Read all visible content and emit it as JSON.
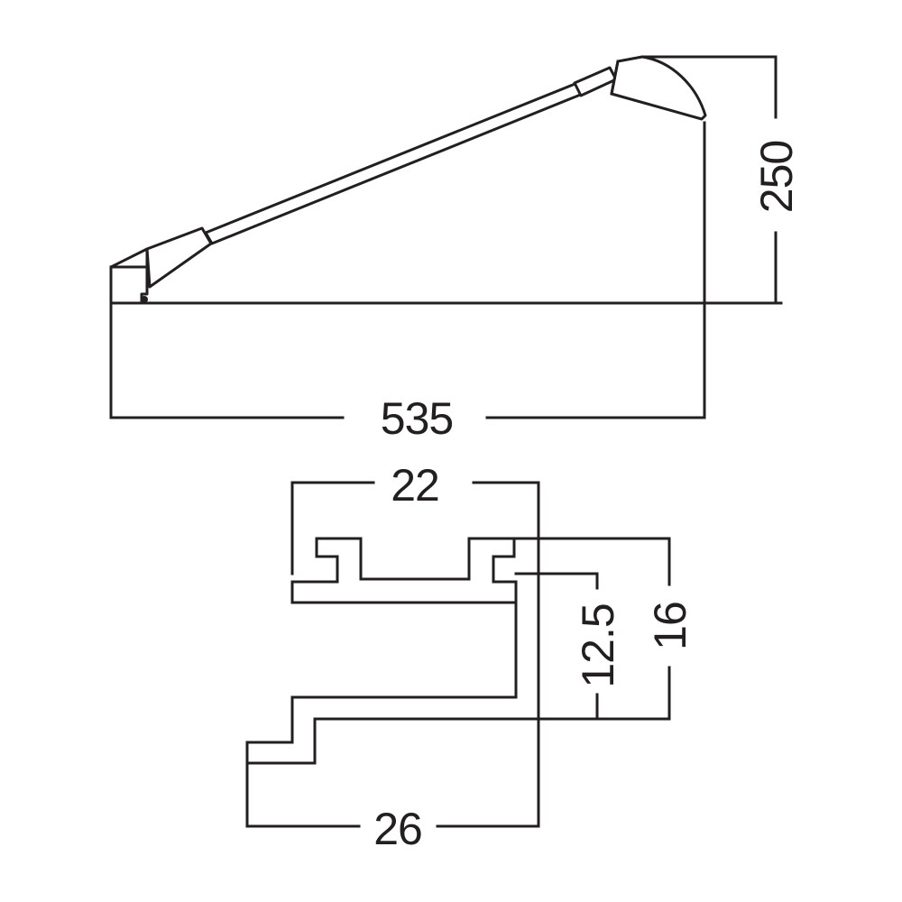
{
  "lamp": {
    "dimensions": {
      "length": "535",
      "height": "250"
    }
  },
  "profile": {
    "dimensions": {
      "top_width": "22",
      "bottom_width": "26",
      "inner_height": "12.5",
      "total_height": "16"
    }
  },
  "colors": {
    "line": "#231f20",
    "background": "#ffffff"
  }
}
